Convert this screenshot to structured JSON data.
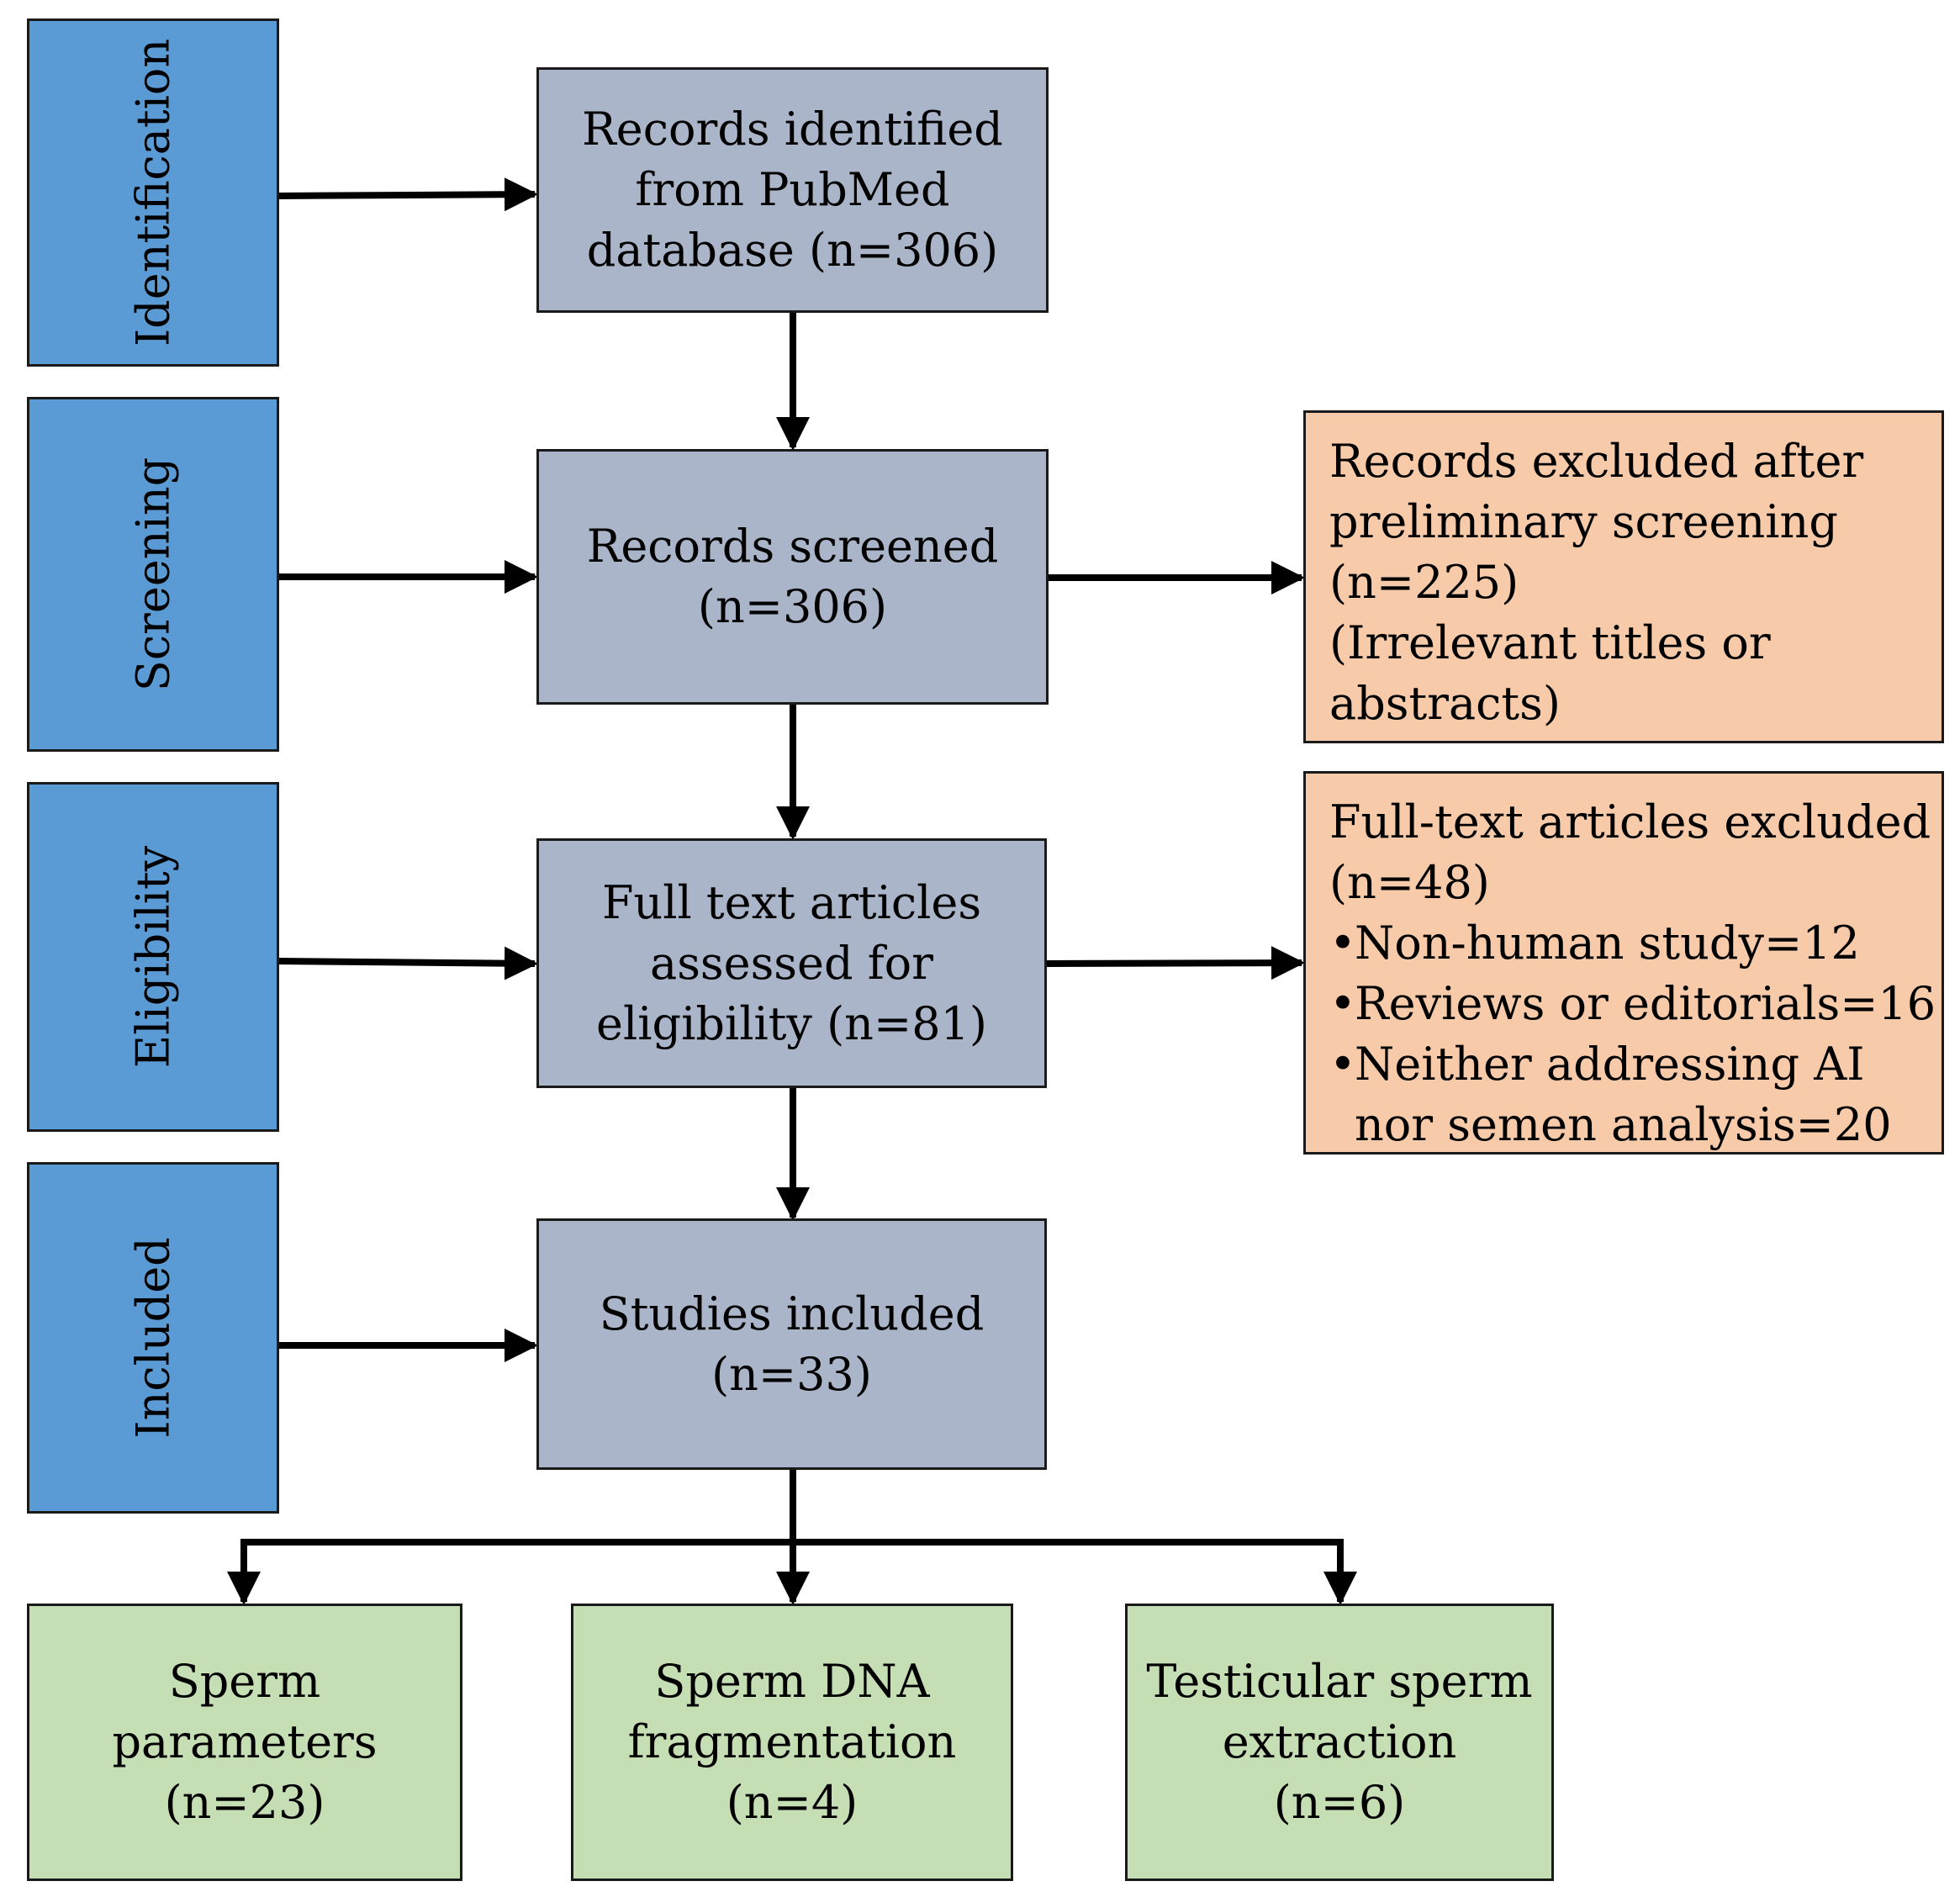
{
  "colors": {
    "stage": "#5b9bd5",
    "main": "#aab5c9",
    "excluded": "#f7caa9",
    "outcome": "#c5deb3",
    "arrow": "#000000"
  },
  "stages": [
    {
      "label": "Identification"
    },
    {
      "label": "Screening"
    },
    {
      "label": "Eligibility"
    },
    {
      "label": "Included"
    }
  ],
  "main_boxes": [
    {
      "lines": [
        "Records identified",
        "from PubMed",
        "database (n=306)"
      ]
    },
    {
      "lines": [
        "Records screened",
        "(n=306)"
      ]
    },
    {
      "lines": [
        "Full text articles",
        "assessed for",
        "eligibility (n=81)"
      ]
    },
    {
      "lines": [
        "Studies included",
        "(n=33)"
      ]
    }
  ],
  "excluded_screening": {
    "lines": [
      "Records excluded after",
      "preliminary screening",
      "(n=225)",
      "(Irrelevant titles or",
      "abstracts)"
    ]
  },
  "excluded_fulltext": {
    "heading": [
      "Full-text articles excluded",
      "(n=48)"
    ],
    "bullets": [
      "Non-human study=12",
      "Reviews or editorials=16",
      "Neither addressing AI"
    ],
    "continuation": "nor semen analysis=20"
  },
  "outcomes": [
    {
      "lines": [
        "Sperm",
        "parameters",
        "(n=23)"
      ]
    },
    {
      "lines": [
        "Sperm DNA",
        "fragmentation",
        "(n=4)"
      ]
    },
    {
      "lines": [
        "Testicular sperm",
        "extraction",
        "(n=6)"
      ]
    }
  ]
}
